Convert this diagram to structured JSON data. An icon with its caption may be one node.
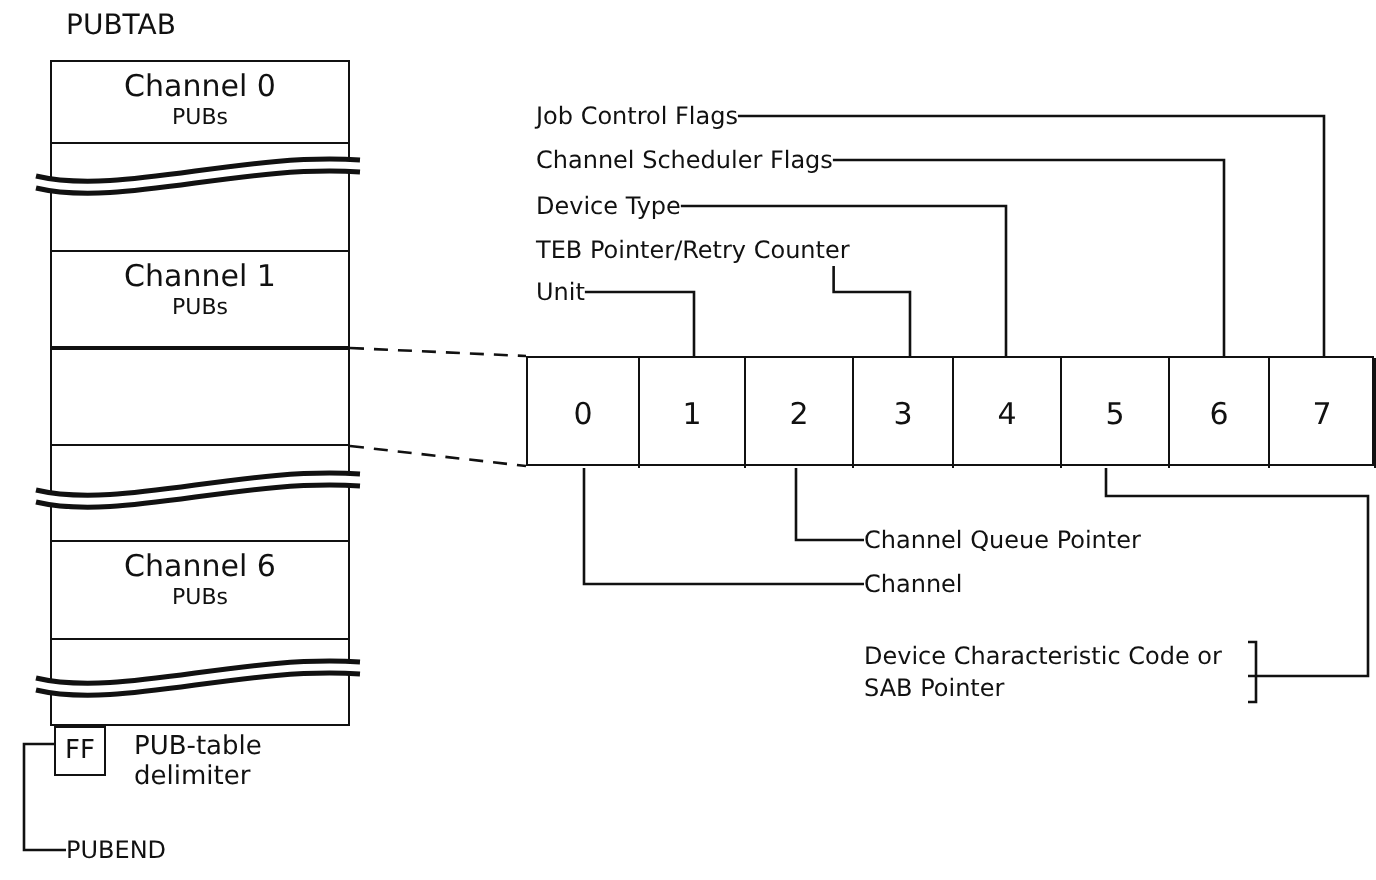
{
  "diagram": {
    "nodes": [
      {
        "text": [
          "PUBTAB"
        ]
      },
      {
        "text": [
          "Channel 0",
          "PUBs"
        ],
        "in": 0
      },
      {
        "text": [
          "Channel 1",
          "PUBs"
        ],
        "in": 0
      },
      {
        "text": [],
        "shape": "box",
        "in": 0
      },
      {
        "text": [
          "Channel 6",
          "PUBs"
        ],
        "in": 0
      },
      {
        "text": [
          "Job Control Flags"
        ]
      },
      {
        "text": [
          "Channel Scheduler Flags"
        ]
      },
      {
        "text": [
          "Device Type"
        ]
      },
      {
        "text": [
          "TEB Pointer/Retry Counter"
        ]
      },
      {
        "text": [
          "Unit"
        ]
      },
      {
        "text": [],
        "shape": "box"
      },
      {
        "text": [
          "0"
        ],
        "in": 10
      },
      {
        "text": [
          "1"
        ],
        "in": 10
      },
      {
        "text": [
          "2"
        ],
        "in": 10
      },
      {
        "text": [
          "3"
        ],
        "in": 10
      },
      {
        "text": [
          "4"
        ],
        "in": 10
      },
      {
        "text": [
          "5"
        ],
        "in": 10
      },
      {
        "text": [
          "6"
        ],
        "in": 10
      },
      {
        "text": [
          "7"
        ],
        "in": 10
      },
      {
        "text": [
          "Channel Queue Pointer"
        ]
      },
      {
        "text": [
          "Channel"
        ]
      },
      {
        "text": [
          "Device Characteristic Code or SAB Pointer"
        ]
      },
      {
        "text": [
          "FF"
        ],
        "beside": [
          "PUB-table delimiter"
        ]
      },
      {
        "text": [
          "PUBEND"
        ]
      }
    ],
    "edges": [
      {
        "from": 5,
        "to": 18,
        "arrow": "none"
      },
      {
        "from": 6,
        "to": 17,
        "arrow": "none"
      },
      {
        "from": 7,
        "to": 15,
        "arrow": "none"
      },
      {
        "from": 8,
        "to": 14,
        "arrow": "none"
      },
      {
        "from": 9,
        "to": 12,
        "arrow": "none"
      },
      {
        "from": 3,
        "to": 10,
        "arrow": "none",
        "style": "dashed"
      },
      {
        "from": 3,
        "to": 10,
        "arrow": "none",
        "style": "dashed"
      },
      {
        "from": 19,
        "to": 13,
        "arrow": "none"
      },
      {
        "from": 20,
        "to": 11,
        "arrow": "none"
      },
      {
        "from": 21,
        "to": 16,
        "arrow": "none"
      },
      {
        "from": 23,
        "to": 22,
        "arrow": "none"
      }
    ]
  }
}
